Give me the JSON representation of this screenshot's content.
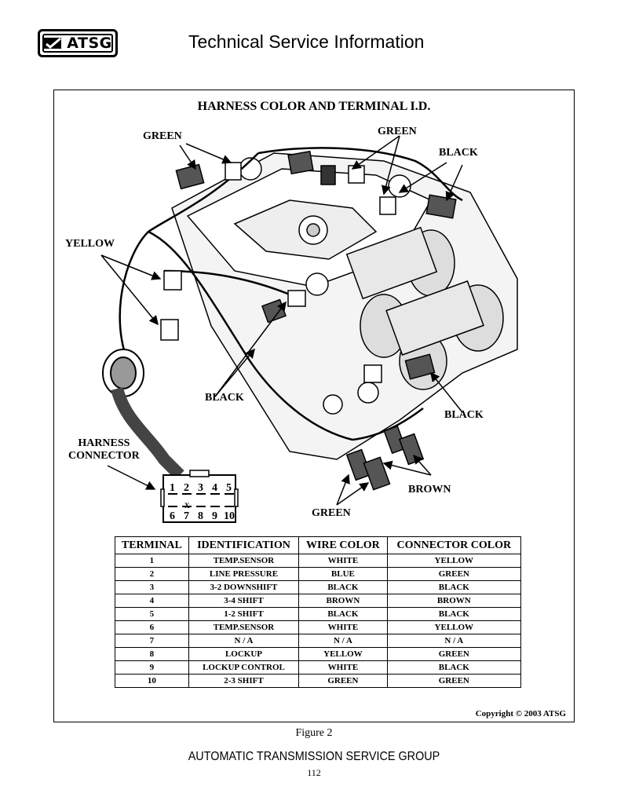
{
  "header": {
    "logo_text": "ATSG",
    "title": "Technical Service Information"
  },
  "figure": {
    "title": "HARNESS COLOR AND TERMINAL I.D.",
    "labels": {
      "green_left": "GREEN",
      "green_top": "GREEN",
      "black_top": "BLACK",
      "yellow": "YELLOW",
      "black_mid": "BLACK",
      "black_right": "BLACK",
      "harness_connector": "HARNESS\nCONNECTOR",
      "brown": "BROWN",
      "green_bottom": "GREEN"
    },
    "connector_pins_top": [
      "1",
      "2",
      "3",
      "4",
      "5"
    ],
    "connector_pins_bottom": [
      "6",
      "7",
      "8",
      "9",
      "10"
    ],
    "connector_x_mark": "X",
    "copyright": "Copyright © 2003 ATSG"
  },
  "table": {
    "headers": [
      "TERMINAL",
      "IDENTIFICATION",
      "WIRE COLOR",
      "CONNECTOR COLOR"
    ],
    "rows": [
      [
        "1",
        "TEMP.SENSOR",
        "WHITE",
        "YELLOW"
      ],
      [
        "2",
        "LINE PRESSURE",
        "BLUE",
        "GREEN"
      ],
      [
        "3",
        "3-2 DOWNSHIFT",
        "BLACK",
        "BLACK"
      ],
      [
        "4",
        "3-4 SHIFT",
        "BROWN",
        "BROWN"
      ],
      [
        "5",
        "1-2 SHIFT",
        "BLACK",
        "BLACK"
      ],
      [
        "6",
        "TEMP.SENSOR",
        "WHITE",
        "YELLOW"
      ],
      [
        "7",
        "N / A",
        "N / A",
        "N / A"
      ],
      [
        "8",
        "LOCKUP",
        "YELLOW",
        "GREEN"
      ],
      [
        "9",
        "LOCKUP CONTROL",
        "WHITE",
        "BLACK"
      ],
      [
        "10",
        "2-3 SHIFT",
        "GREEN",
        "GREEN"
      ]
    ]
  },
  "caption": "Figure 2",
  "footer": "AUTOMATIC TRANSMISSION SERVICE GROUP",
  "page_number": "112"
}
